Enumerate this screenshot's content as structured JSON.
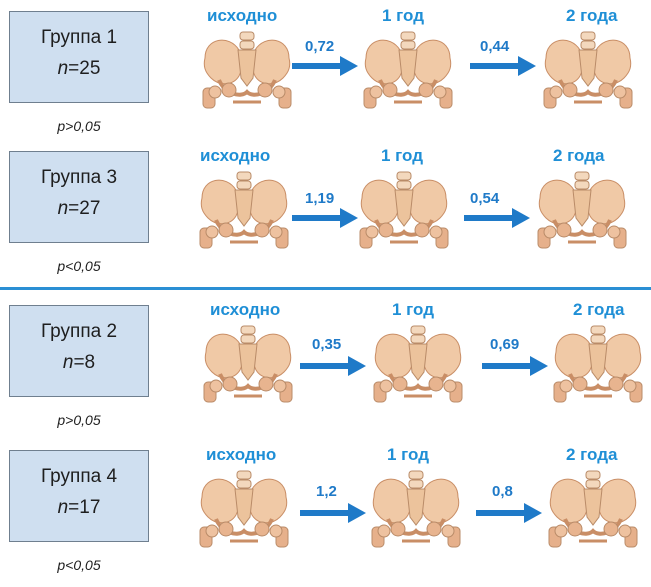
{
  "stage_labels": {
    "baseline": "исходно",
    "year1": "1 год",
    "year2": "2 года"
  },
  "groups": [
    {
      "name": "Группа 1",
      "n_symbol": "n",
      "n_value": "=25",
      "p": "p>0,05",
      "change_1": "0,72",
      "change_2": "0,44"
    },
    {
      "name": "Группа 3",
      "n_symbol": "n",
      "n_value": "=27",
      "p": "p<0,05",
      "change_1": "1,19",
      "change_2": "0,54"
    },
    {
      "name": "Группа 2",
      "n_symbol": "n",
      "n_value": "=8",
      "p": "p>0,05",
      "change_1": "0,35",
      "change_2": "0,69"
    },
    {
      "name": "Группа 4",
      "n_symbol": "n",
      "n_value": "=17",
      "p": "p<0,05",
      "change_1": "1,2",
      "change_2": "0,8"
    }
  ],
  "colors": {
    "box_fill": "#cfdff0",
    "accent_blue": "#1f8fd6",
    "arrow_blue": "#1f7ac8",
    "bone": "#f0c9a6"
  }
}
